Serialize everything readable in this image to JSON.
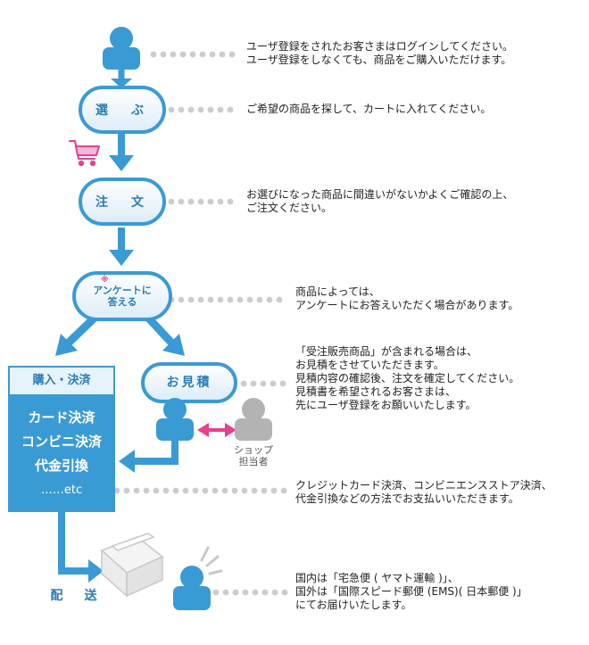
{
  "steps": {
    "select": "選　ぶ",
    "order": "注　文",
    "survey_mark": "※",
    "survey_line1": "アンケートに",
    "survey_line2": "答える",
    "purchase_header": "購入・決済",
    "quote": "お見積",
    "delivery": "配　送"
  },
  "payment_methods": [
    "カード決済",
    "コンビニ決済",
    "代金引換",
    "……etc"
  ],
  "shop_staff": [
    "ショップ",
    "担当者"
  ],
  "descriptions": {
    "login": [
      "ユーザ登録をされたお客さまはログインしてください。",
      "ユーザ登録をしなくても、商品をご購入いただけます。"
    ],
    "select": [
      "ご希望の商品を探して、カートに入れてください。"
    ],
    "order": [
      "お選びになった商品に間違いがないかよくご確認の上、",
      "ご注文ください。"
    ],
    "survey": [
      "商品によっては、",
      "アンケートにお答えいただく場合があります。"
    ],
    "quote": [
      "「受注販売商品」が含まれる場合は、",
      "お見積をさせていただきます。",
      "見積内容の確認後、注文を確定してください。",
      "見積書を希望されるお客さまは、",
      "先にユーザ登録をお願いいたします。"
    ],
    "payment": [
      "クレジットカード決済、コンビニエンスストア決済、",
      "代金引換などの方法でお支払いいただきます。"
    ],
    "delivery": [
      "国内は「宅急便 ( ヤマト運輸 )」、",
      "国外は「国際スピード郵便 (EMS)( 日本郵便 )」",
      "にてお届けいたします。"
    ]
  },
  "colors": {
    "primary_blue": "#3a9ad4",
    "light_blue_fill": "#e6f3fb",
    "step_text": "#2b7db5",
    "dots": "#cccccc",
    "staff_gray": "#b3b3b3",
    "pink": "#e8408e"
  },
  "icons": [
    "user-icon",
    "cart-icon",
    "staff-icon",
    "double-arrow-icon",
    "package-icon",
    "delivery-person-icon"
  ]
}
